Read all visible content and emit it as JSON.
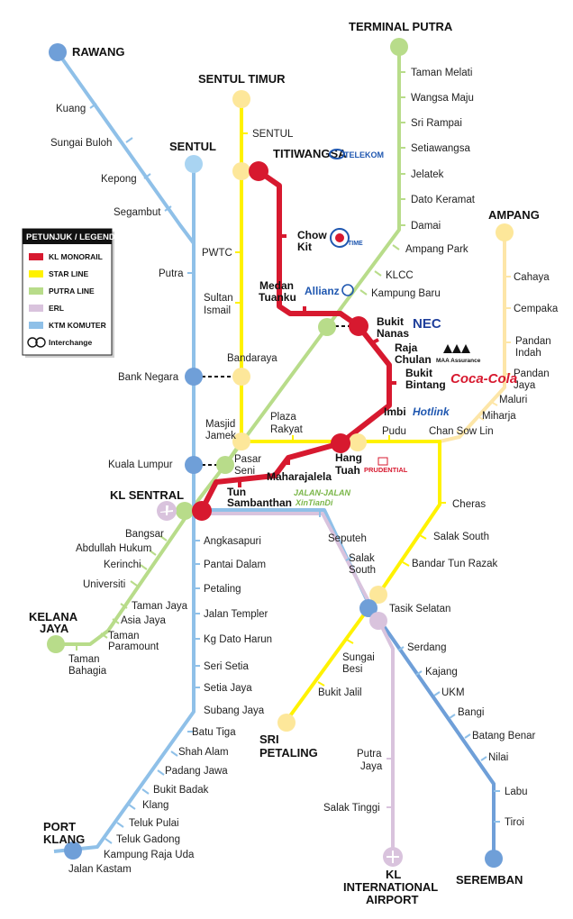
{
  "colors": {
    "monorail": "#d7192f",
    "star": "#fff200",
    "putra": "#b8dc8a",
    "erl": "#d9c3dd",
    "ktm": "#8fc0e8",
    "ktm_dark": "#6f9fd8",
    "star_terminal": "#fde79a",
    "ampang_line": "#fde6a8"
  },
  "legend": {
    "title": "PETUNJUK / LEGEND",
    "items": [
      {
        "label": "KL MONORAIL",
        "color": "#d7192f"
      },
      {
        "label": "STAR LINE",
        "color": "#fff200"
      },
      {
        "label": "PUTRA LINE",
        "color": "#b8dc8a"
      },
      {
        "label": "ERL",
        "color": "#d9c3dd"
      },
      {
        "label": "KTM KOMUTER",
        "color": "#8fc0e8"
      }
    ],
    "interchange": "Interchange"
  },
  "terminals": {
    "rawang": "RAWANG",
    "terminal_putra": "TERMINAL PUTRA",
    "sentul_timur": "SENTUL TIMUR",
    "sentul": "SENTUL",
    "titiwangsa": "TITIWANGSA",
    "ampang": "AMPANG",
    "kl_sentral": "KL SENTRAL",
    "kelana_jaya_1": "KELANA",
    "kelana_jaya_2": "JAYA",
    "port_klang_1": "PORT",
    "port_klang_2": "KLANG",
    "sri_petaling_1": "SRI",
    "sri_petaling_2": "PETALING",
    "seremban": "SEREMBAN",
    "klia_1": "KL",
    "klia_2": "INTERNATIONAL",
    "klia_3": "AIRPORT"
  },
  "stations": {
    "kuang": "Kuang",
    "sungai_buloh": "Sungai Buloh",
    "kepong": "Kepong",
    "segambut": "Segambut",
    "putra": "Putra",
    "bank_negara": "Bank Negara",
    "kuala_lumpur": "Kuala Lumpur",
    "sentul": "SENTUL",
    "pwtc": "PWTC",
    "sultan_ismail_1": "Sultan",
    "sultan_ismail_2": "Ismail",
    "bandaraya": "Bandaraya",
    "masjid_jamek_1": "Masjid",
    "masjid_jamek_2": "Jamek",
    "plaza_rakyat_1": "Plaza",
    "plaza_rakyat_2": "Rakyat",
    "pasar_seni_1": "Pasar",
    "pasar_seni_2": "Seni",
    "taman_melati": "Taman Melati",
    "wangsa_maju": "Wangsa Maju",
    "sri_rampai": "Sri Rampai",
    "setiawangsa": "Setiawangsa",
    "jelatek": "Jelatek",
    "dato_keramat": "Dato Keramat",
    "damai": "Damai",
    "ampang_park": "Ampang Park",
    "klcc": "KLCC",
    "kampung_baru": "Kampung Baru",
    "chow_kit_1": "Chow",
    "chow_kit_2": "Kit",
    "medan_tuanku_1": "Medan",
    "medan_tuanku_2": "Tuanku",
    "bukit_nanas_1": "Bukit",
    "bukit_nanas_2": "Nanas",
    "raja_chulan_1": "Raja",
    "raja_chulan_2": "Chulan",
    "bukit_bintang_1": "Bukit",
    "bukit_bintang_2": "Bintang",
    "imbi": "Imbi",
    "hang_tuah_1": "Hang",
    "hang_tuah_2": "Tuah",
    "maharajalela": "Maharajalela",
    "tun_sambanthan_1": "Tun",
    "tun_sambanthan_2": "Sambanthan",
    "cahaya": "Cahaya",
    "cempaka": "Cempaka",
    "pandan_indah_1": "Pandan",
    "pandan_indah_2": "Indah",
    "pandan_jaya_1": "Pandan",
    "pandan_jaya_2": "Jaya",
    "maluri": "Maluri",
    "miharja": "Miharja",
    "chan_sow_lin": "Chan Sow Lin",
    "pudu": "Pudu",
    "cheras": "Cheras",
    "salak_south": "Salak South",
    "bandar_tun_razak": "Bandar Tun Razak",
    "tasik_selatan": "Tasik Selatan",
    "seputeh": "Seputeh",
    "salak_south_ktm_1": "Salak",
    "salak_south_ktm_2": "South",
    "sungai_besi_1": "Sungai",
    "sungai_besi_2": "Besi",
    "bukit_jalil": "Bukit Jalil",
    "serdang": "Serdang",
    "kajang": "Kajang",
    "ukm": "UKM",
    "bangi": "Bangi",
    "batang_benar": "Batang Benar",
    "nilai": "Nilai",
    "labu": "Labu",
    "tiroi": "Tiroi",
    "putra_jaya_1": "Putra",
    "putra_jaya_2": "Jaya",
    "salak_tinggi": "Salak Tinggi",
    "angkasapuri": "Angkasapuri",
    "pantai_dalam": "Pantai Dalam",
    "petaling": "Petaling",
    "jalan_templer": "Jalan Templer",
    "kg_dato_harun": "Kg Dato Harun",
    "seri_setia": "Seri Setia",
    "setia_jaya": "Setia Jaya",
    "subang_jaya": "Subang Jaya",
    "batu_tiga": "Batu Tiga",
    "shah_alam": "Shah Alam",
    "padang_jawa": "Padang Jawa",
    "bukit_badak": "Bukit Badak",
    "klang": "Klang",
    "teluk_pulai": "Teluk Pulai",
    "teluk_gadong": "Teluk Gadong",
    "kampung_raja_uda": "Kampung Raja Uda",
    "jalan_kastam": "Jalan Kastam",
    "bangsar": "Bangsar",
    "abdullah_hukum": "Abdullah Hukum",
    "kerinchi": "Kerinchi",
    "universiti": "Universiti",
    "taman_jaya": "Taman Jaya",
    "asia_jaya": "Asia Jaya",
    "taman_paramount_1": "Taman",
    "taman_paramount_2": "Paramount",
    "taman_bahagia_1": "Taman",
    "taman_bahagia_2": "Bahagia"
  },
  "sponsors": {
    "telekom": "TELEKOM",
    "time": "TIME",
    "allianz": "Allianz",
    "nec": "NEC",
    "maa": "MAA Assurance",
    "cocacola": "Coca-Cola",
    "hotlink": "Hotlink",
    "prudential": "PRUDENTIAL",
    "jalan_jalan": "JALAN-JALAN",
    "xintiandi": "XinTianDi"
  },
  "icons": {
    "airport_kl_sentral": "airplane-icon",
    "airport_klia": "airplane-icon",
    "interchange": "interchange-icon"
  }
}
